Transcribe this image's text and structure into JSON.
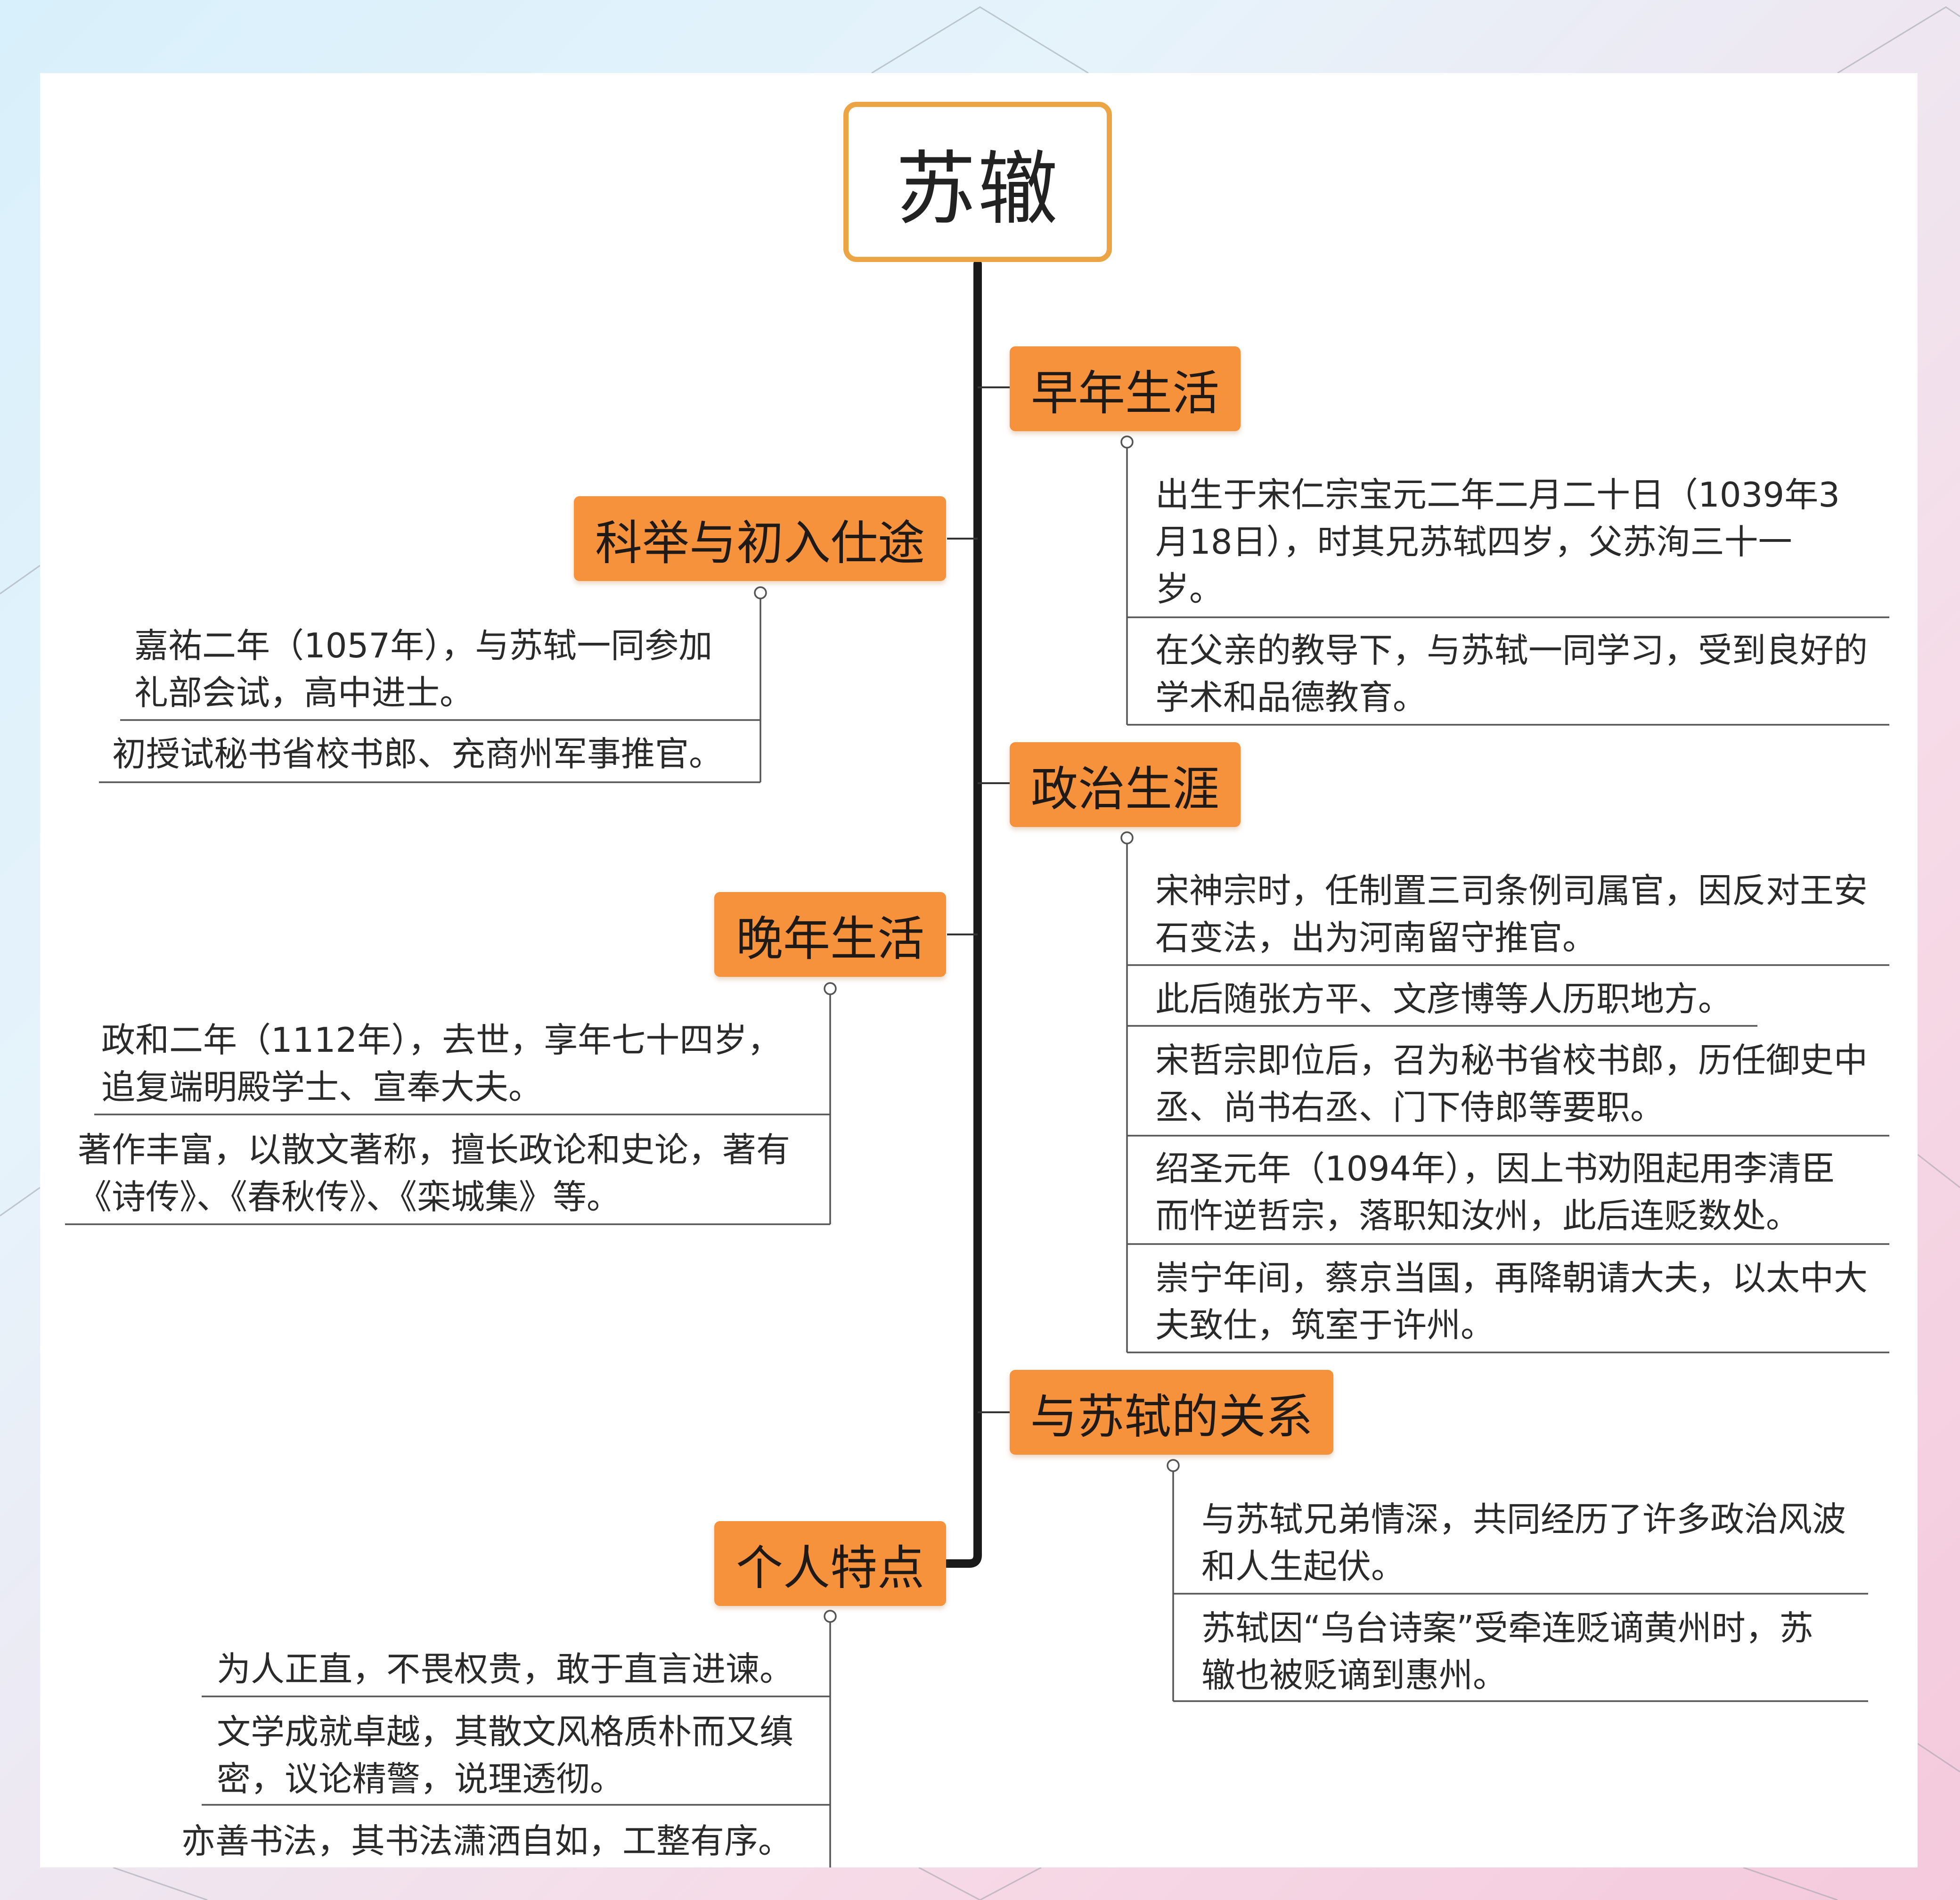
{
  "root": {
    "title": "苏辙"
  },
  "colors": {
    "branch_fill": "#f7923c",
    "root_border": "#eba545",
    "trunk": "#1a1a1a",
    "leaf_line": "#555555"
  },
  "branches": {
    "early_life": {
      "label": "早年生活",
      "items": [
        "出生于宋仁宗宝元二年二月二十日（1039年3\n月18日），时其兄苏轼四岁，父苏洵三十一\n岁。",
        "在父亲的教导下，与苏轼一同学习，受到良好的\n学术和品德教育。"
      ]
    },
    "exam": {
      "label": "科举与初入仕途",
      "items": [
        "嘉祐二年（1057年），与苏轼一同参加\n礼部会试，高中进士。",
        "初授试秘书省校书郎、充商州军事推官。"
      ]
    },
    "politics": {
      "label": "政治生涯",
      "items": [
        "宋神宗时，任制置三司条例司属官，因反对王安\n石变法，出为河南留守推官。",
        "此后随张方平、文彦博等人历职地方。",
        "宋哲宗即位后，召为秘书省校书郎，历任御史中\n丞、尚书右丞、门下侍郎等要职。",
        "绍圣元年（1094年），因上书劝阻起用李清臣\n而忤逆哲宗，落职知汝州，此后连贬数处。",
        "崇宁年间，蔡京当国，再降朝请大夫，以太中大\n夫致仕，筑室于许州。"
      ]
    },
    "late_life": {
      "label": "晚年生活",
      "items": [
        "政和二年（1112年），去世，享年七十四岁，\n追复端明殿学士、宣奉大夫。",
        "著作丰富，以散文著称，擅长政论和史论，著有\n《诗传》、《春秋传》、《栾城集》等。"
      ]
    },
    "relation": {
      "label": "与苏轼的关系",
      "items": [
        "与苏轼兄弟情深，共同经历了许多政治风波\n和人生起伏。",
        "苏轼因“乌台诗案”受牵连贬谪黄州时，苏\n辙也被贬谪到惠州。"
      ]
    },
    "traits": {
      "label": "个人特点",
      "items": [
        "为人正直，不畏权贵，敢于直言进谏。",
        "文学成就卓越，其散文风格质朴而又缜\n密，议论精警，说理透彻。",
        "亦善书法，其书法潇洒自如，工整有序。"
      ]
    }
  }
}
